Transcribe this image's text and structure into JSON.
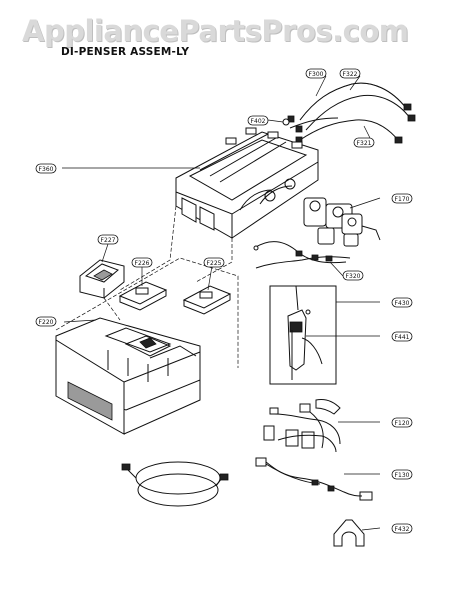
{
  "watermark": "AppliancePartsPros.com",
  "title": "DI-PENSER ASSEM-LY",
  "labels": {
    "F300": "F300",
    "F322": "F322",
    "F402": "F402",
    "F321": "F321",
    "F360": "F360",
    "F170": "F170",
    "F227": "F227",
    "F226": "F226",
    "F225": "F225",
    "F320": "F320",
    "F220": "F220",
    "F430": "F430",
    "F441": "F441",
    "F120": "F120",
    "F130": "F130",
    "F432": "F432"
  }
}
